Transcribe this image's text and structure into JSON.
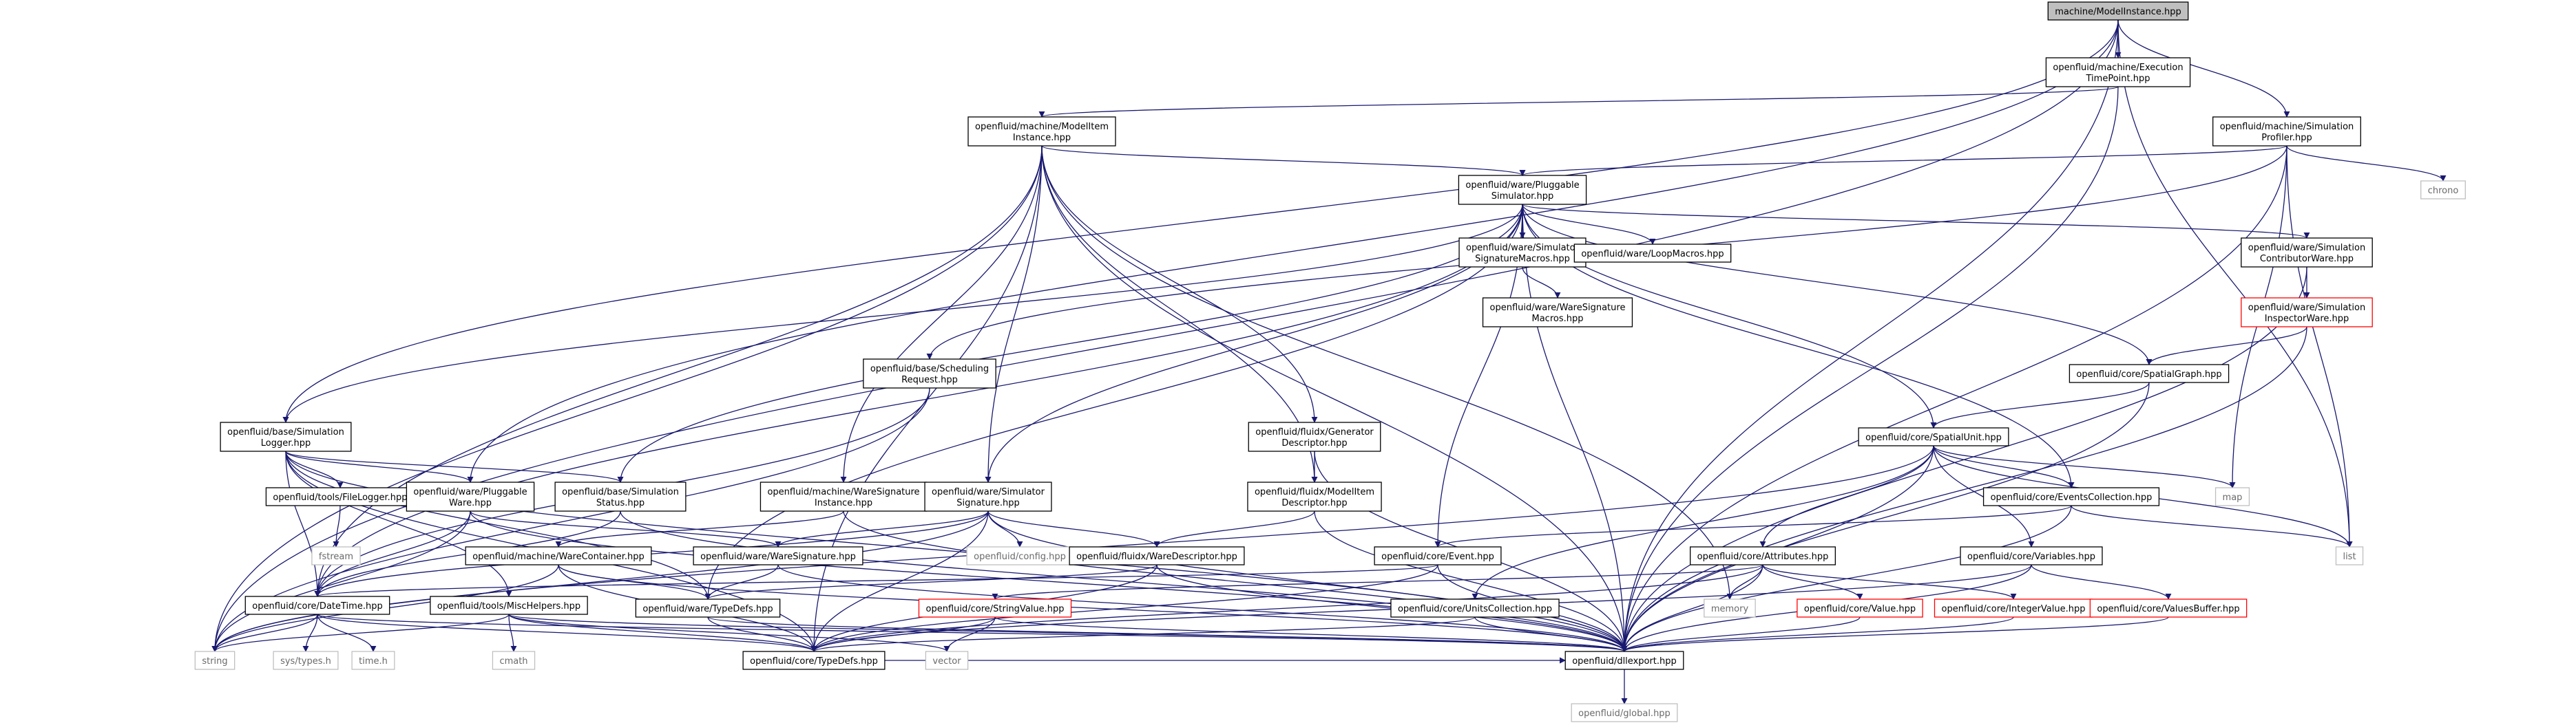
{
  "colors": {
    "edge": "#191970",
    "box_border": "#000000",
    "box_red_border": "#ff0000",
    "box_fill": "#ffffff",
    "root_fill": "#bfbfbf",
    "sys_border": "#bfbfbf",
    "sys_text": "#6a6a6a"
  },
  "nodes": [
    {
      "id": "root",
      "lines": [
        "machine/ModelInstance.hpp"
      ],
      "kind": "root"
    },
    {
      "id": "exectp",
      "lines": [
        "openfluid/machine/Execution",
        "TimePoint.hpp"
      ],
      "kind": "normal"
    },
    {
      "id": "mii",
      "lines": [
        "openfluid/machine/ModelItem",
        "Instance.hpp"
      ],
      "kind": "normal"
    },
    {
      "id": "simprof",
      "lines": [
        "openfluid/machine/Simulation",
        "Profiler.hpp"
      ],
      "kind": "normal"
    },
    {
      "id": "chrono",
      "lines": [
        "chrono"
      ],
      "kind": "sys"
    },
    {
      "id": "plugsim",
      "lines": [
        "openfluid/ware/Pluggable",
        "Simulator.hpp"
      ],
      "kind": "normal"
    },
    {
      "id": "simsigmacros",
      "lines": [
        "openfluid/ware/Simulator",
        "SignatureMacros.hpp"
      ],
      "kind": "normal"
    },
    {
      "id": "loopmacros",
      "lines": [
        "openfluid/ware/LoopMacros.hpp"
      ],
      "kind": "normal"
    },
    {
      "id": "contribware",
      "lines": [
        "openfluid/ware/Simulation",
        "ContributorWare.hpp"
      ],
      "kind": "normal"
    },
    {
      "id": "waresigmacros",
      "lines": [
        "openfluid/ware/WareSignature",
        "Macros.hpp"
      ],
      "kind": "normal"
    },
    {
      "id": "inspware",
      "lines": [
        "openfluid/ware/Simulation",
        "InspectorWare.hpp"
      ],
      "kind": "red"
    },
    {
      "id": "schedreq",
      "lines": [
        "openfluid/base/Scheduling",
        "Request.hpp"
      ],
      "kind": "normal"
    },
    {
      "id": "spgraph",
      "lines": [
        "openfluid/core/SpatialGraph.hpp"
      ],
      "kind": "normal"
    },
    {
      "id": "simlogger",
      "lines": [
        "openfluid/base/Simulation",
        "Logger.hpp"
      ],
      "kind": "normal"
    },
    {
      "id": "gendesc",
      "lines": [
        "openfluid/fluidx/Generator",
        "Descriptor.hpp"
      ],
      "kind": "normal"
    },
    {
      "id": "spunit",
      "lines": [
        "openfluid/core/SpatialUnit.hpp"
      ],
      "kind": "normal"
    },
    {
      "id": "filelogger",
      "lines": [
        "openfluid/tools/FileLogger.hpp"
      ],
      "kind": "normal"
    },
    {
      "id": "plugware",
      "lines": [
        "openfluid/ware/Pluggable",
        "Ware.hpp"
      ],
      "kind": "normal"
    },
    {
      "id": "simstatus",
      "lines": [
        "openfluid/base/Simulation",
        "Status.hpp"
      ],
      "kind": "normal"
    },
    {
      "id": "waresiginst",
      "lines": [
        "openfluid/machine/WareSignature",
        "Instance.hpp"
      ],
      "kind": "normal"
    },
    {
      "id": "simsig",
      "lines": [
        "openfluid/ware/Simulator",
        "Signature.hpp"
      ],
      "kind": "normal"
    },
    {
      "id": "midesc",
      "lines": [
        "openfluid/fluidx/ModelItem",
        "Descriptor.hpp"
      ],
      "kind": "normal"
    },
    {
      "id": "evcoll",
      "lines": [
        "openfluid/core/EventsCollection.hpp"
      ],
      "kind": "normal"
    },
    {
      "id": "map",
      "lines": [
        "map"
      ],
      "kind": "sys"
    },
    {
      "id": "fstream",
      "lines": [
        "fstream"
      ],
      "kind": "sys"
    },
    {
      "id": "warecont",
      "lines": [
        "openfluid/machine/WareContainer.hpp"
      ],
      "kind": "normal"
    },
    {
      "id": "waresig",
      "lines": [
        "openfluid/ware/WareSignature.hpp"
      ],
      "kind": "normal"
    },
    {
      "id": "config",
      "lines": [
        "openfluid/config.hpp"
      ],
      "kind": "sys"
    },
    {
      "id": "waredesc",
      "lines": [
        "openfluid/fluidx/WareDescriptor.hpp"
      ],
      "kind": "normal"
    },
    {
      "id": "event",
      "lines": [
        "openfluid/core/Event.hpp"
      ],
      "kind": "normal"
    },
    {
      "id": "attrs",
      "lines": [
        "openfluid/core/Attributes.hpp"
      ],
      "kind": "normal"
    },
    {
      "id": "variables",
      "lines": [
        "openfluid/core/Variables.hpp"
      ],
      "kind": "normal"
    },
    {
      "id": "list",
      "lines": [
        "list"
      ],
      "kind": "sys"
    },
    {
      "id": "datetime",
      "lines": [
        "openfluid/core/DateTime.hpp"
      ],
      "kind": "normal"
    },
    {
      "id": "waretypedefs",
      "lines": [
        "openfluid/ware/TypeDefs.hpp"
      ],
      "kind": "normal"
    },
    {
      "id": "mischelpers",
      "lines": [
        "openfluid/tools/MiscHelpers.hpp"
      ],
      "kind": "normal"
    },
    {
      "id": "strvalue",
      "lines": [
        "openfluid/core/StringValue.hpp"
      ],
      "kind": "red"
    },
    {
      "id": "unitscoll",
      "lines": [
        "openfluid/core/UnitsCollection.hpp"
      ],
      "kind": "normal"
    },
    {
      "id": "memory",
      "lines": [
        "memory"
      ],
      "kind": "sys"
    },
    {
      "id": "value",
      "lines": [
        "openfluid/core/Value.hpp"
      ],
      "kind": "red"
    },
    {
      "id": "intvalue",
      "lines": [
        "openfluid/core/IntegerValue.hpp"
      ],
      "kind": "red"
    },
    {
      "id": "valbuf",
      "lines": [
        "openfluid/core/ValuesBuffer.hpp"
      ],
      "kind": "red"
    },
    {
      "id": "string",
      "lines": [
        "string"
      ],
      "kind": "sys"
    },
    {
      "id": "systypes",
      "lines": [
        "sys/types.h"
      ],
      "kind": "sys"
    },
    {
      "id": "timeh",
      "lines": [
        "time.h"
      ],
      "kind": "sys"
    },
    {
      "id": "cmath",
      "lines": [
        "cmath"
      ],
      "kind": "sys"
    },
    {
      "id": "coretypedefs",
      "lines": [
        "openfluid/core/TypeDefs.hpp"
      ],
      "kind": "normal"
    },
    {
      "id": "vector",
      "lines": [
        "vector"
      ],
      "kind": "sys"
    },
    {
      "id": "dllexport",
      "lines": [
        "openfluid/dllexport.hpp"
      ],
      "kind": "normal"
    },
    {
      "id": "global",
      "lines": [
        "openfluid/global.hpp"
      ],
      "kind": "sys"
    }
  ],
  "edges": [
    [
      "root",
      "exectp"
    ],
    [
      "root",
      "simprof"
    ],
    [
      "root",
      "plugware"
    ],
    [
      "root",
      "simlogger"
    ],
    [
      "root",
      "list"
    ],
    [
      "root",
      "dllexport"
    ],
    [
      "root",
      "string"
    ],
    [
      "exectp",
      "mii"
    ],
    [
      "exectp",
      "dllexport"
    ],
    [
      "mii",
      "plugsim"
    ],
    [
      "mii",
      "waresiginst"
    ],
    [
      "mii",
      "simsig"
    ],
    [
      "mii",
      "gendesc"
    ],
    [
      "mii",
      "midesc"
    ],
    [
      "mii",
      "memory"
    ],
    [
      "mii",
      "datetime"
    ],
    [
      "mii",
      "coretypedefs"
    ],
    [
      "mii",
      "dllexport"
    ],
    [
      "mii",
      "string"
    ],
    [
      "simprof",
      "chrono"
    ],
    [
      "simprof",
      "plugsim"
    ],
    [
      "simprof",
      "schedreq"
    ],
    [
      "simprof",
      "map"
    ],
    [
      "simprof",
      "list"
    ],
    [
      "simprof",
      "dllexport"
    ],
    [
      "plugsim",
      "simsigmacros"
    ],
    [
      "plugsim",
      "loopmacros"
    ],
    [
      "plugsim",
      "contribware"
    ],
    [
      "plugsim",
      "spgraph"
    ],
    [
      "plugsim",
      "spunit"
    ],
    [
      "plugsim",
      "evcoll"
    ],
    [
      "plugsim",
      "event"
    ],
    [
      "plugsim",
      "simsig"
    ],
    [
      "plugsim",
      "simstatus"
    ],
    [
      "plugsim",
      "simlogger"
    ],
    [
      "plugsim",
      "datetime"
    ],
    [
      "plugsim",
      "dllexport"
    ],
    [
      "plugsim",
      "waretypedefs"
    ],
    [
      "simsigmacros",
      "waresigmacros"
    ],
    [
      "contribware",
      "inspware"
    ],
    [
      "contribware",
      "dllexport"
    ],
    [
      "inspware",
      "spgraph"
    ],
    [
      "inspware",
      "dllexport"
    ],
    [
      "schedreq",
      "datetime"
    ],
    [
      "schedreq",
      "string"
    ],
    [
      "spgraph",
      "spunit"
    ],
    [
      "spgraph",
      "dllexport"
    ],
    [
      "simlogger",
      "filelogger"
    ],
    [
      "simlogger",
      "plugware"
    ],
    [
      "simlogger",
      "simstatus"
    ],
    [
      "simlogger",
      "datetime"
    ],
    [
      "simlogger",
      "mischelpers"
    ],
    [
      "simlogger",
      "waretypedefs"
    ],
    [
      "simlogger",
      "coretypedefs"
    ],
    [
      "simlogger",
      "dllexport"
    ],
    [
      "gendesc",
      "midesc"
    ],
    [
      "gendesc",
      "dllexport"
    ],
    [
      "spunit",
      "evcoll"
    ],
    [
      "spunit",
      "attrs"
    ],
    [
      "spunit",
      "variables"
    ],
    [
      "spunit",
      "unitscoll"
    ],
    [
      "spunit",
      "map"
    ],
    [
      "spunit",
      "list"
    ],
    [
      "spunit",
      "dllexport"
    ],
    [
      "spunit",
      "string"
    ],
    [
      "filelogger",
      "fstream"
    ],
    [
      "plugware",
      "waresig"
    ],
    [
      "plugware",
      "datetime"
    ],
    [
      "plugware",
      "dllexport"
    ],
    [
      "plugware",
      "string"
    ],
    [
      "simstatus",
      "datetime"
    ],
    [
      "simstatus",
      "dllexport"
    ],
    [
      "waresiginst",
      "warecont"
    ],
    [
      "waresiginst",
      "dllexport"
    ],
    [
      "simsig",
      "waresig"
    ],
    [
      "simsig",
      "waredesc"
    ],
    [
      "simsig",
      "config"
    ],
    [
      "simsig",
      "coretypedefs"
    ],
    [
      "simsig",
      "datetime"
    ],
    [
      "simsig",
      "dllexport"
    ],
    [
      "simsig",
      "string"
    ],
    [
      "midesc",
      "waredesc"
    ],
    [
      "midesc",
      "dllexport"
    ],
    [
      "evcoll",
      "event"
    ],
    [
      "evcoll",
      "list"
    ],
    [
      "evcoll",
      "dllexport"
    ],
    [
      "warecont",
      "waretypedefs"
    ],
    [
      "warecont",
      "coretypedefs"
    ],
    [
      "warecont",
      "dllexport"
    ],
    [
      "warecont",
      "string"
    ],
    [
      "waresig",
      "waretypedefs"
    ],
    [
      "waresig",
      "dllexport"
    ],
    [
      "waredesc",
      "waretypedefs"
    ],
    [
      "waredesc",
      "coretypedefs"
    ],
    [
      "waredesc",
      "dllexport"
    ],
    [
      "event",
      "datetime"
    ],
    [
      "event",
      "coretypedefs"
    ],
    [
      "event",
      "dllexport"
    ],
    [
      "attrs",
      "strvalue"
    ],
    [
      "attrs",
      "value"
    ],
    [
      "attrs",
      "intvalue"
    ],
    [
      "attrs",
      "memory"
    ],
    [
      "attrs",
      "dllexport"
    ],
    [
      "attrs",
      "coretypedefs"
    ],
    [
      "variables",
      "valbuf"
    ],
    [
      "variables",
      "coretypedefs"
    ],
    [
      "variables",
      "dllexport"
    ],
    [
      "datetime",
      "string"
    ],
    [
      "datetime",
      "systypes"
    ],
    [
      "datetime",
      "timeh"
    ],
    [
      "datetime",
      "coretypedefs"
    ],
    [
      "datetime",
      "dllexport"
    ],
    [
      "waretypedefs",
      "coretypedefs"
    ],
    [
      "waretypedefs",
      "dllexport"
    ],
    [
      "mischelpers",
      "cmath"
    ],
    [
      "mischelpers",
      "string"
    ],
    [
      "mischelpers",
      "vector"
    ],
    [
      "mischelpers",
      "dllexport"
    ],
    [
      "mischelpers",
      "coretypedefs"
    ],
    [
      "strvalue",
      "vector"
    ],
    [
      "strvalue",
      "dllexport"
    ],
    [
      "strvalue",
      "coretypedefs"
    ],
    [
      "unitscoll",
      "coretypedefs"
    ],
    [
      "unitscoll",
      "dllexport"
    ],
    [
      "value",
      "dllexport"
    ],
    [
      "intvalue",
      "dllexport"
    ],
    [
      "valbuf",
      "dllexport"
    ],
    [
      "coretypedefs",
      "dllexport"
    ],
    [
      "dllexport",
      "global"
    ]
  ]
}
